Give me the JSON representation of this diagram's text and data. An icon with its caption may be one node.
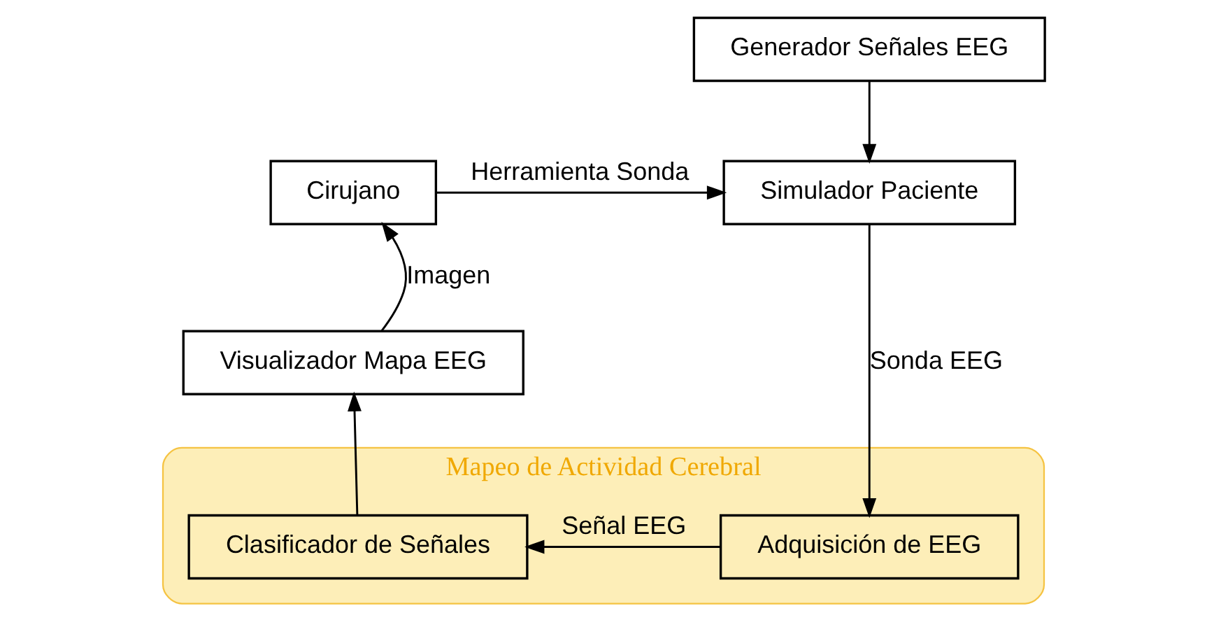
{
  "diagram": {
    "nodes": [
      {
        "text": [
          "Cirujano"
        ]
      },
      {
        "text": [
          "Generador Señales EEG"
        ]
      },
      {
        "text": [
          "Simulador Paciente"
        ]
      },
      {
        "text": [
          "Visualizador Mapa EEG"
        ]
      },
      {
        "text": [
          "Mapeo de Actividad Cerebral"
        ]
      },
      {
        "text": [
          "Clasificador de Señales"
        ],
        "in": 4
      },
      {
        "text": [
          "Adquisición de EEG"
        ],
        "in": 4
      }
    ],
    "edges": [
      {
        "from": 0,
        "to": 2,
        "arrow": "to",
        "label": "Herramienta Sonda"
      },
      {
        "from": 1,
        "to": 2,
        "arrow": "to"
      },
      {
        "from": 2,
        "to": 6,
        "arrow": "to",
        "label": "Sonda EEG"
      },
      {
        "from": 6,
        "to": 5,
        "arrow": "to",
        "label": "Señal EEG"
      },
      {
        "from": 5,
        "to": 3,
        "arrow": "to"
      },
      {
        "from": 3,
        "to": 0,
        "arrow": "to",
        "label": "Imagen"
      }
    ]
  }
}
